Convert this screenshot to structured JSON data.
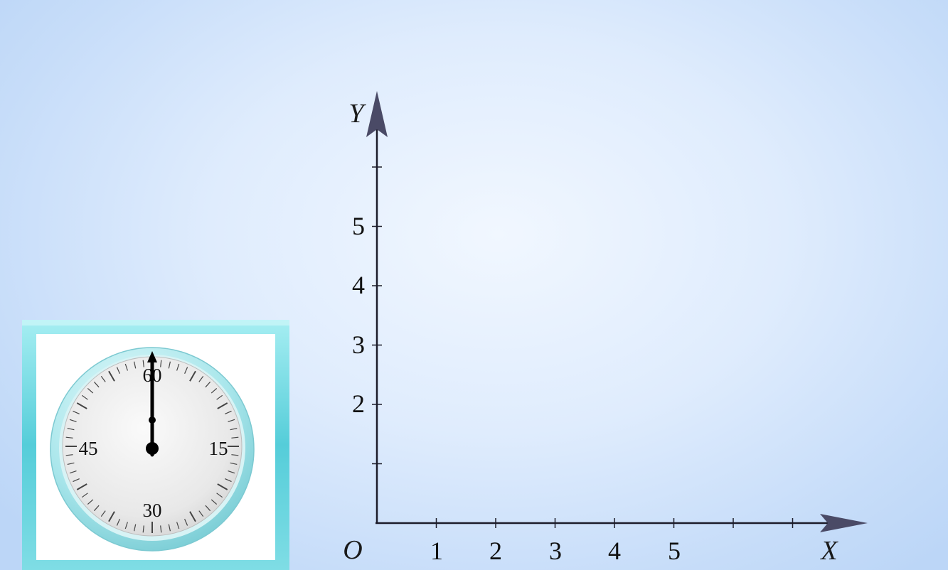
{
  "diagram": {
    "x_axis": {
      "label": "X",
      "ticks": [
        "1",
        "2",
        "3",
        "4",
        "5"
      ],
      "unlabeled_ticks": 2
    },
    "y_axis": {
      "label": "Y",
      "ticks": [
        "2",
        "3",
        "4",
        "5"
      ],
      "unlabeled_ticks": 2
    },
    "origin_label": "O"
  },
  "stopwatch": {
    "labels": {
      "top": "60",
      "right": "15",
      "bottom": "30",
      "left": "45"
    },
    "hand_reading_seconds": 0,
    "colors": {
      "frame": "#55cdd9",
      "frame_light": "#a6eef2",
      "panel": "#ffffff",
      "dial_face": "#ececec",
      "dial_ring": "#9fe0e6",
      "hand": "#000000"
    }
  },
  "colors": {
    "axis": "#1c1c2a",
    "arrow": "#4a4a66",
    "background_center": "#f1f7ff",
    "background_edge": "#bcd6f7"
  }
}
